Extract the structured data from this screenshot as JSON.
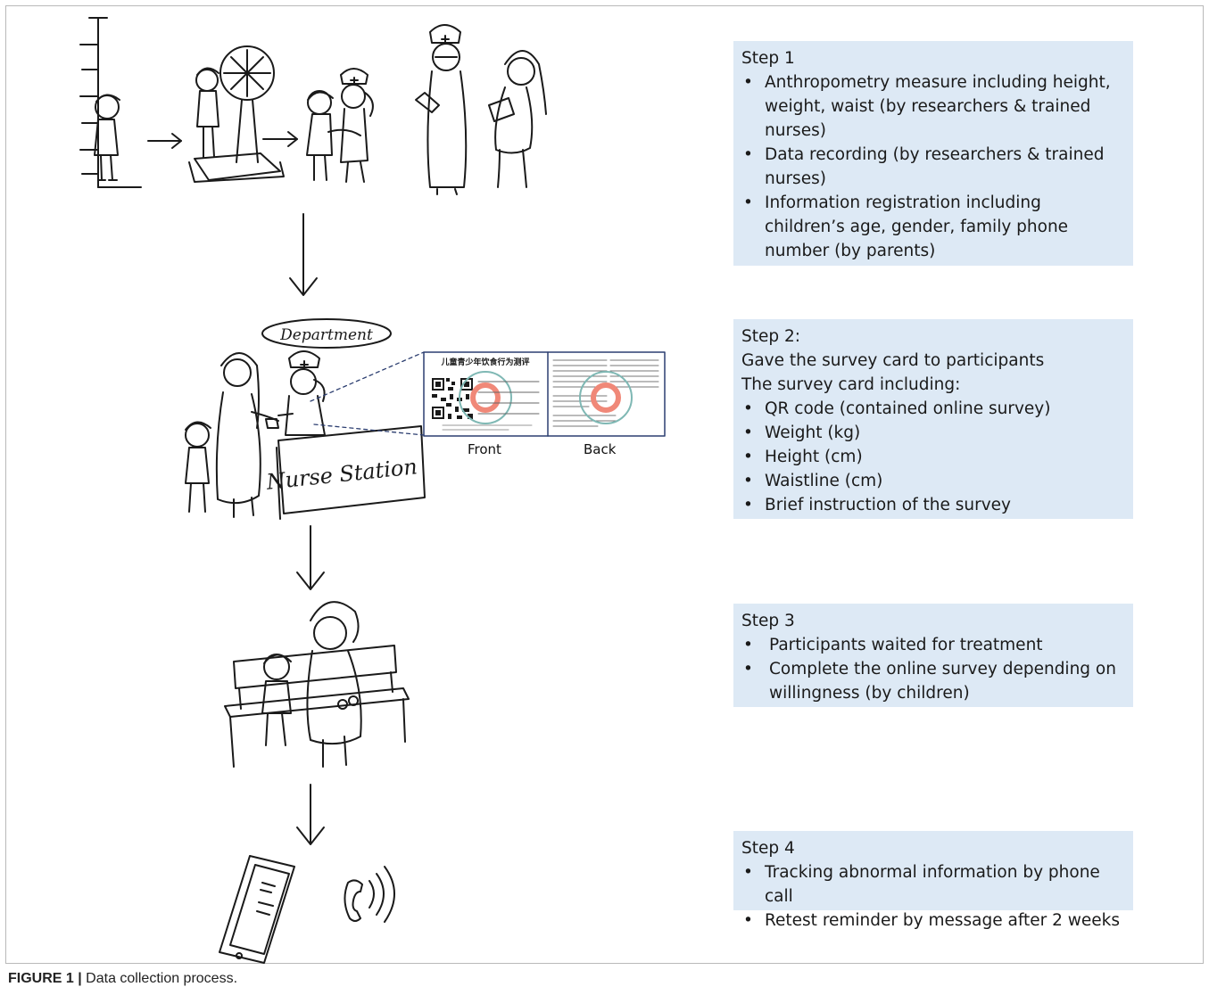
{
  "steps": [
    {
      "title": "Step 1",
      "lines": [],
      "bullets": [
        "Anthropometry measure including height, weight, waist (by researchers & trained nurses)",
        "Data recording (by researchers & trained nurses)",
        "Information registration including children’s age, gender, family phone number (by parents)"
      ]
    },
    {
      "title": "Step 2:",
      "lines": [
        "Gave the survey card to participants",
        "The survey card including:"
      ],
      "bullets": [
        "QR code (contained online survey)",
        "Weight (kg)",
        "Height (cm)",
        "Waistline (cm)",
        "Brief instruction of the survey"
      ]
    },
    {
      "title": "Step 3",
      "lines": [],
      "bullets": [
        "Participants waited for treatment",
        "Complete the online survey depending on willingness (by children)"
      ]
    },
    {
      "title": "Step 4",
      "lines": [],
      "bullets": [
        "Tracking abnormal information by phone call",
        "Retest reminder by message after 2 weeks"
      ]
    }
  ],
  "illustration": {
    "department_label": "Department",
    "nurse_station_label": "Nurse Station",
    "card_front_label": "Front",
    "card_back_label": "Back",
    "card_front_title": "儿童青少年饮食行为测评"
  },
  "caption": {
    "label": "FIGURE 1 |",
    "text": " Data collection process."
  },
  "colors": {
    "step_box_bg": "#dde9f5",
    "stamp_red": "#f08878",
    "stamp_teal": "#7fb8b4",
    "card_border": "#2c3e70",
    "sketch_line": "#1a1a1a"
  }
}
